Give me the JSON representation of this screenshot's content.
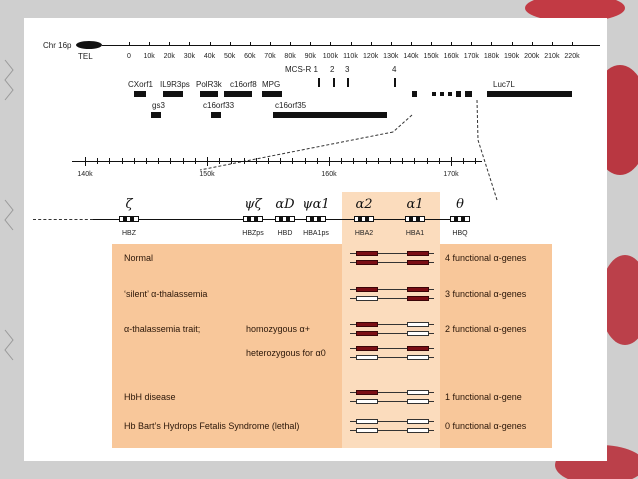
{
  "colors": {
    "background": "#c9c9c9",
    "slide": "#ffffff",
    "panel": "#f8c79a",
    "highlight_column": "#fbdcbd",
    "functional_gene": "#7a0d14",
    "deleted_gene": "#ffffff"
  },
  "chromosome": {
    "label": "Chr 16p",
    "tel_label": "TEL",
    "scale_labels": [
      "0",
      "10k",
      "20k",
      "30k",
      "40k",
      "50k",
      "60k",
      "70k",
      "80k",
      "90k",
      "100k",
      "110k",
      "120k",
      "130k",
      "140k",
      "150k",
      "160k",
      "170k",
      "180k",
      "190k",
      "200k",
      "210k",
      "220k"
    ],
    "mcs_labels": [
      "MCS-R 1",
      "2",
      "3",
      "4"
    ],
    "genes_row1": [
      "CXorf1",
      "IL9R3ps",
      "PolR3k",
      "c16orf8",
      "MPG",
      "Luc7L"
    ],
    "genes_row2": [
      "gs3",
      "c16orf33",
      "c16orf35"
    ]
  },
  "zoom": {
    "scale_labels": [
      "140k",
      "150k",
      "160k",
      "170k"
    ],
    "gene_symbols": [
      "ζ",
      "ψζ",
      "αD",
      "ψα1",
      "α2",
      "α1",
      "θ"
    ],
    "gene_names": [
      "HBZ",
      "HBZps",
      "HBD",
      "HBA1ps",
      "HBA2",
      "HBA1",
      "HBQ"
    ]
  },
  "table": {
    "rows": [
      {
        "label": "Normal",
        "sub": "",
        "genotype": [
          [
            true,
            true
          ],
          [
            true,
            true
          ]
        ],
        "result": "4 functional α-genes"
      },
      {
        "label": "‘silent’ α-thalassemia",
        "sub": "",
        "genotype": [
          [
            true,
            true
          ],
          [
            false,
            true
          ]
        ],
        "result": "3 functional α-genes"
      },
      {
        "label": "α-thalassemia trait;",
        "sub": "homozygous α+",
        "genotype": [
          [
            true,
            false
          ],
          [
            true,
            false
          ]
        ],
        "result": "2 functional α-genes"
      },
      {
        "label": "",
        "sub": "heterozygous for α0",
        "genotype": [
          [
            true,
            true
          ],
          [
            false,
            false
          ]
        ],
        "result": ""
      },
      {
        "label": "HbH disease",
        "sub": "",
        "genotype": [
          [
            true,
            false
          ],
          [
            false,
            false
          ]
        ],
        "result": "1 functional α-gene"
      },
      {
        "label": "Hb Bart’s Hydrops Fetalis Syndrome (lethal)",
        "sub": "",
        "genotype": [
          [
            false,
            false
          ],
          [
            false,
            false
          ]
        ],
        "result": "0 functional α-genes"
      }
    ]
  }
}
